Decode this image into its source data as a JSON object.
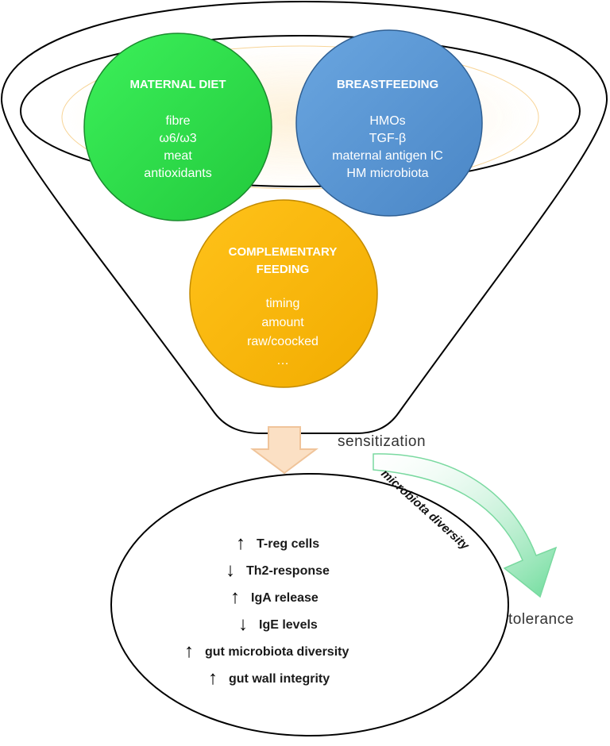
{
  "maternal_diet": {
    "title": "MATERNAL DIET",
    "items": [
      "fibre",
      "ω6/ω3",
      "meat",
      "antioxidants"
    ],
    "color": "#2ee04a"
  },
  "breastfeeding": {
    "title": "BREASTFEEDING",
    "items": [
      "HMOs",
      "TGF-β",
      "maternal antigen IC",
      "HM microbiota"
    ],
    "color": "#5a97d4"
  },
  "complementary_feeding": {
    "title_lines": [
      "COMPLEMENTARY",
      "FEEDING"
    ],
    "items": [
      "timing",
      "amount",
      "raw/coocked",
      "…"
    ],
    "color": "#ffba05"
  },
  "outcomes": [
    {
      "arrow": "↑",
      "text": "T-reg cells"
    },
    {
      "arrow": "↓",
      "text": "Th2-response"
    },
    {
      "arrow": "↑",
      "text": "IgA release"
    },
    {
      "arrow": "↓",
      "text": "IgE levels"
    },
    {
      "arrow": "↑",
      "text": "gut microbiota diversity"
    },
    {
      "arrow": "↑",
      "text": "gut wall integrity"
    }
  ],
  "sensitization_label": "sensitization",
  "microbiota_label": "microbiota diversity",
  "tolerance_label": "tolerance",
  "colors": {
    "funnel_glow": "#f7c46b",
    "down_arrow_fill": "#fbe0c4",
    "down_arrow_stroke": "#f3c8a0",
    "curve_arrow": "#7ddfa6"
  }
}
